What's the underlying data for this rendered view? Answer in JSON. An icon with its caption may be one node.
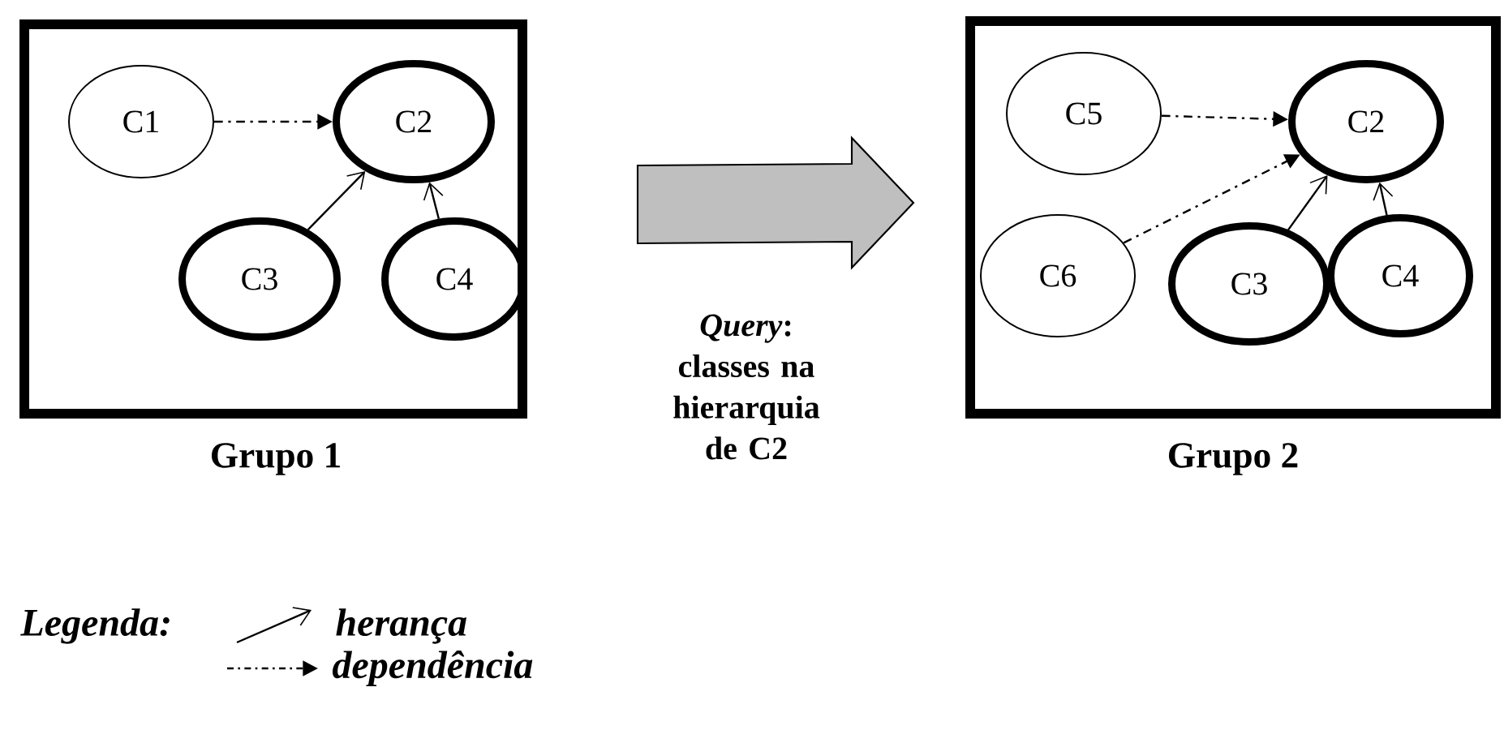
{
  "diagram": {
    "nodes": [
      {
        "text": [
          "Grupo 1"
        ]
      },
      {
        "text": [
          "C1"
        ],
        "in": 0
      },
      {
        "text": [
          "C2"
        ],
        "in": 0
      },
      {
        "text": [
          "C3"
        ],
        "in": 0
      },
      {
        "text": [
          "C4"
        ],
        "in": 0
      },
      {
        "text": [
          "Grupo 2"
        ]
      },
      {
        "text": [
          "C5"
        ],
        "in": 5
      },
      {
        "text": [
          "C2"
        ],
        "in": 5
      },
      {
        "text": [
          "C6"
        ],
        "in": 5
      },
      {
        "text": [
          "C3"
        ],
        "in": 5
      },
      {
        "text": [
          "C4"
        ],
        "in": 5
      }
    ],
    "edges": [
      {
        "from": 1,
        "to": 2,
        "arrow": "to",
        "style": "dashed"
      },
      {
        "from": 3,
        "to": 2,
        "arrow": "to"
      },
      {
        "from": 4,
        "to": 2,
        "arrow": "to"
      },
      {
        "from": 0,
        "to": 5,
        "arrow": "to",
        "style": "thick",
        "label": "*Query*: classes na hierarquia de C2"
      },
      {
        "from": 6,
        "to": 7,
        "arrow": "to",
        "style": "dashed"
      },
      {
        "from": 8,
        "to": 7,
        "arrow": "to",
        "style": "dashed"
      },
      {
        "from": 9,
        "to": 7,
        "arrow": "to"
      },
      {
        "from": 10,
        "to": 7,
        "arrow": "to"
      }
    ],
    "labels": [
      "Legenda:"
    ],
    "legend": [
      {
        "text": "herança"
      },
      {
        "text": "dependência"
      }
    ]
  }
}
